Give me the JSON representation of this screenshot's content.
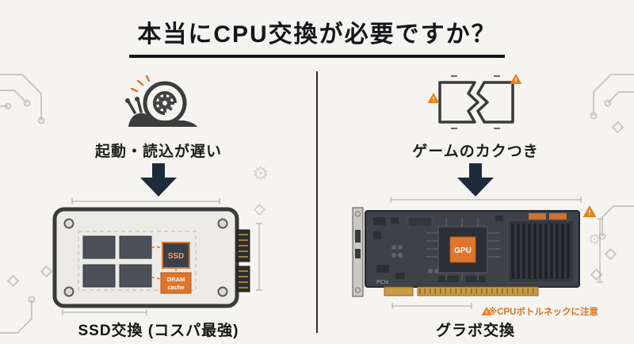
{
  "title": "本当にCPU交換が必要ですか？",
  "left": {
    "symptom": "起動・読込が遅い",
    "caption": "SSD交換 (コスパ最強)",
    "ssd": {
      "controller_label": "SSD",
      "dram_line1": "DRAM",
      "dram_line2": "cache"
    }
  },
  "right": {
    "symptom": "ゲームのカクつき",
    "caption": "グラボ交換",
    "gpu": {
      "chip_label": "GPU",
      "pcie_label": "PCIe"
    },
    "warning_note": "※CPUボトルネックに注意"
  },
  "warning_mark": "!",
  "decor": {
    "gear_glyph": "⚙"
  },
  "colors": {
    "background": "#f5f4f1",
    "accent_orange": "#df752b",
    "warning_orange": "#e8831d",
    "arrow_navy": "#1e2b3b",
    "ink": "#15151d",
    "circuit_gray": "#c9c7c3"
  }
}
